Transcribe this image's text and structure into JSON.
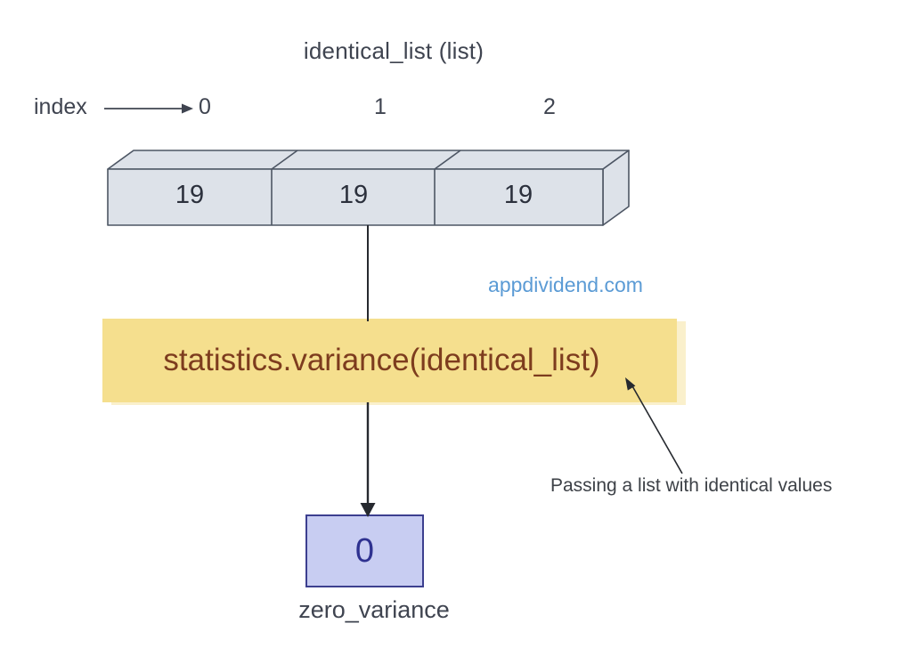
{
  "diagram": {
    "title": "identical_list (list)"
  },
  "index_row": {
    "label": "index",
    "indices": [
      "0",
      "1",
      "2"
    ]
  },
  "array": {
    "values": [
      "19",
      "19",
      "19"
    ]
  },
  "watermark": "appdividend.com",
  "function_call": {
    "code": "statistics.variance(identical_list)"
  },
  "result": {
    "value": "0",
    "label": "zero_variance"
  },
  "annotation": {
    "text": "Passing a list with identical values"
  },
  "colors": {
    "highlight_bg": "#f5df8e",
    "code_text": "#7d3c1e",
    "result_bg": "#c8cdf2",
    "result_border": "#3c3f8f",
    "result_text": "#2e3190",
    "cell_fill": "#dde2e9",
    "cell_border": "#4d5664",
    "watermark_text": "#5b9bd5",
    "label_text": "#3f4450",
    "arrow": "#26292f"
  }
}
